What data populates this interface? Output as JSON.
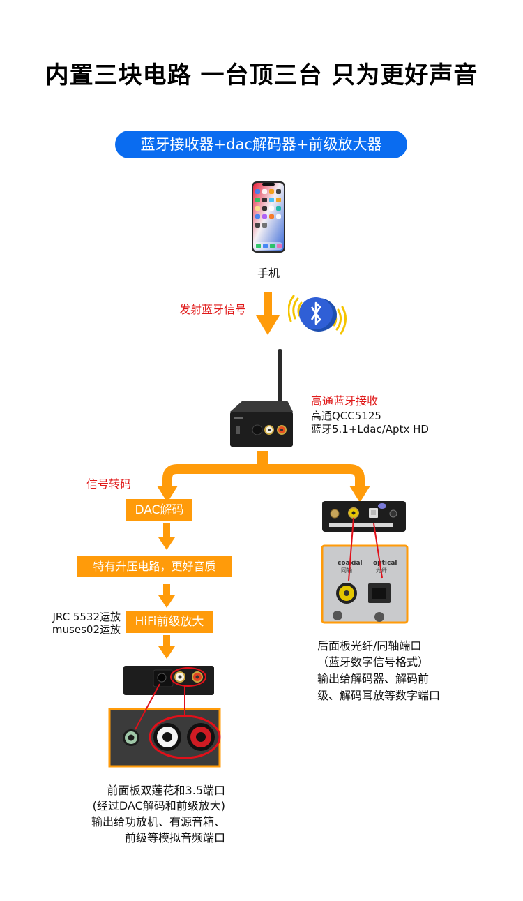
{
  "header": {
    "title": "内置三块电路 一台顶三台 只为更好声音",
    "subtitle_pill": "蓝牙接收器+dac解码器+前级放大器"
  },
  "colors": {
    "accent_blue": "#0a6cf0",
    "arrow_orange": "#ff9b0a",
    "label_red": "#e01a1a",
    "bluetooth_blue": "#2f5fd6",
    "wave_yellow": "#f5c400"
  },
  "phone": {
    "icon": "smartphone-icon",
    "label": "手机"
  },
  "bluetooth": {
    "signal_label": "发射蓝牙信号",
    "icon": "bluetooth-icon"
  },
  "receiver": {
    "icon": "bluetooth-receiver-device",
    "heading": "高通蓝牙接收",
    "lines": [
      "高通QCC5125",
      "蓝牙5.1+Ldac/Aptx HD"
    ]
  },
  "left_branch": {
    "branch_label": "信号转码",
    "steps": [
      "DAC解码",
      "特有升压电路，更好音质",
      "HiFi前级放大"
    ],
    "opamp_notes": [
      "JRC 5532运放",
      "muses02运放"
    ],
    "description": [
      "前面板双莲花和3.5端口",
      "(经过DAC解码和前级放大)",
      "输出给功放机、有源音箱、",
      "前级等模拟音频端口"
    ]
  },
  "right_branch": {
    "rear_labels": [
      "coaxial",
      "同轴",
      "optical",
      "光纤"
    ],
    "description": [
      "后面板光纤/同轴端口",
      "（蓝牙数字信号格式）",
      "输出给解码器、解码前",
      "级、解码耳放等数字端口"
    ]
  }
}
